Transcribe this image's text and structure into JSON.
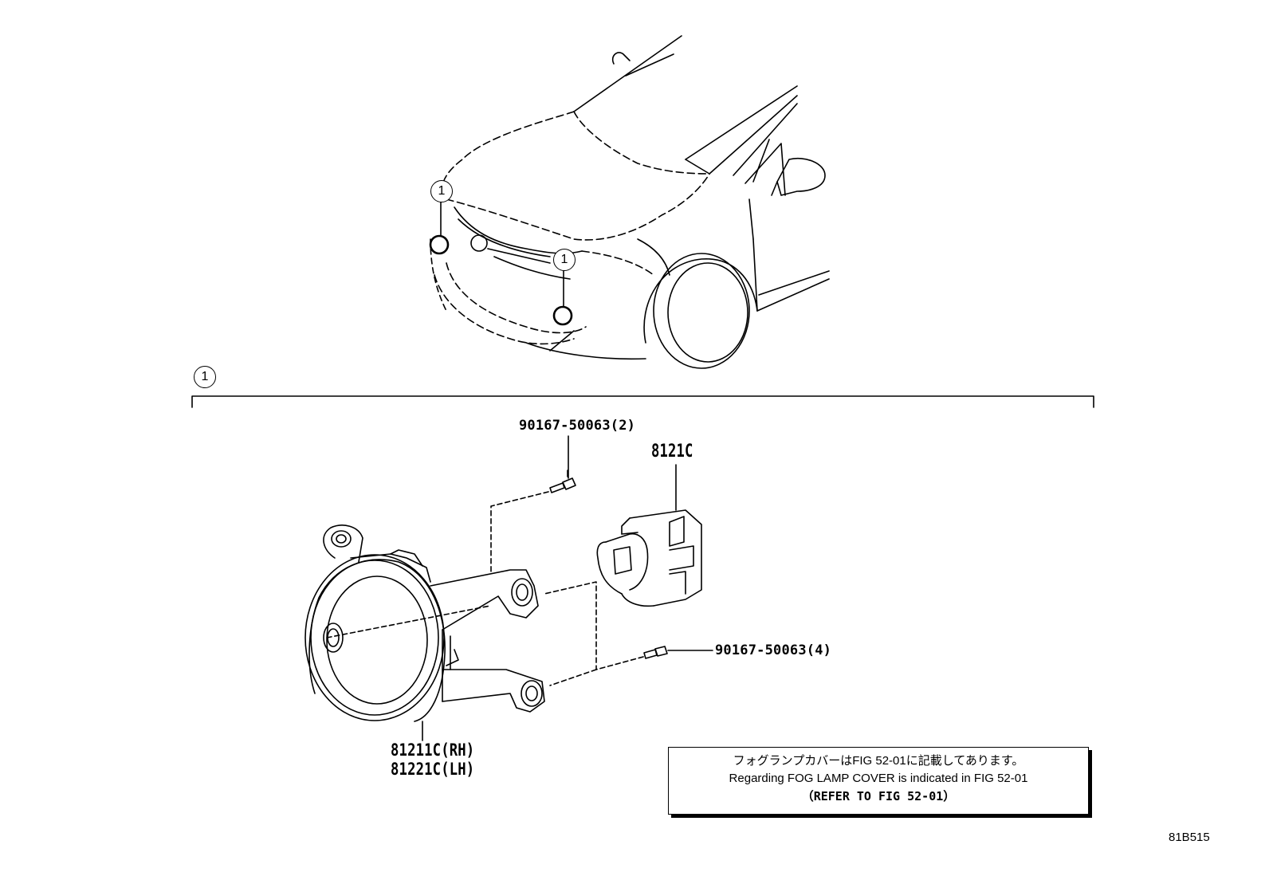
{
  "callout_number": "1",
  "labels": {
    "bolt_top": "90167-50063(2)",
    "bulb": "8121C",
    "bolt_right": "90167-50063(4)",
    "lamp_rh": "81211C(RH)",
    "lamp_lh": "81221C(LH)"
  },
  "note": {
    "japanese": "フォグランプカバーはFIG 52-01に記載してあります。",
    "english": "Regarding FOG LAMP COVER is indicated in FIG 52-01",
    "reference": "（REFER TO FIG 52-01）"
  },
  "diagram_code": "81B515"
}
